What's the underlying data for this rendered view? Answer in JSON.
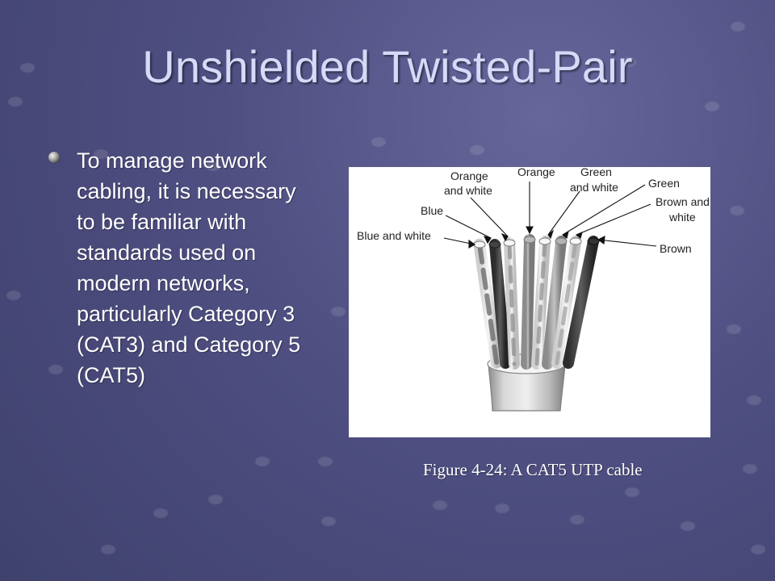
{
  "slide": {
    "title": "Unshielded Twisted-Pair",
    "bullet_text": "To manage network cabling, it is necessary to be familiar with standards used on modern networks, particularly Category 3 (CAT3) and Category 5 (CAT5)",
    "figure_caption": "Figure 4-24: A CAT5 UTP cable"
  },
  "figure": {
    "labels": {
      "orange_and_white_1": "Orange",
      "orange_and_white_2": "and white",
      "orange": "Orange",
      "green_and_white_1": "Green",
      "green_and_white_2": "and white",
      "green": "Green",
      "brown_and_white_1": "Brown and",
      "brown_and_white_2": "white",
      "blue": "Blue",
      "blue_and_white": "Blue and white",
      "brown": "Brown"
    }
  },
  "colors": {
    "title": "#d7d9f8",
    "text": "#ffffff",
    "background": "#4f4f82",
    "image_background": "#ffffff"
  },
  "icons": {
    "bullet": "sphere-bullet-icon"
  }
}
